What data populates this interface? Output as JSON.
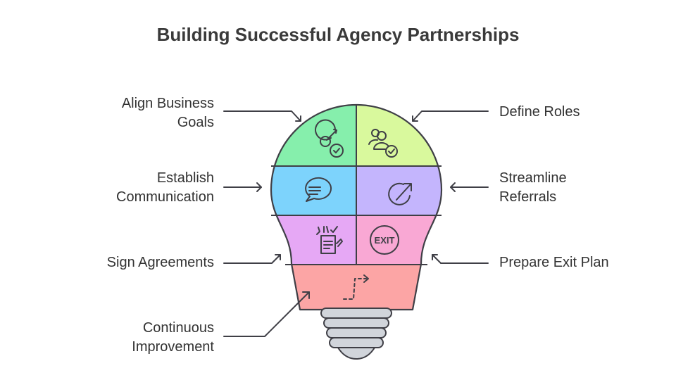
{
  "title": "Building Successful Agency Partnerships",
  "colors": {
    "align_goals": "#86efac",
    "define_roles": "#d9f99d",
    "establish_communication": "#7dd3fc",
    "streamline_referrals": "#c4b5fd",
    "sign_agreements": "#e6a8f5",
    "exit_plan": "#f9a8d4",
    "continuous_improvement": "#fca5a5",
    "base": "#d1d5db",
    "stroke": "#3f3f46"
  },
  "steps": {
    "align_goals": {
      "line1": "Align Business",
      "line2": "Goals",
      "icon": "target-check-icon"
    },
    "define_roles": {
      "line1": "Define Roles",
      "icon": "users-check-icon"
    },
    "establish_communication": {
      "line1": "Establish",
      "line2": "Communication",
      "icon": "chat-bubble-icon"
    },
    "streamline_referrals": {
      "line1": "Streamline",
      "line2": "Referrals",
      "icon": "arrow-out-circle-icon"
    },
    "sign_agreements": {
      "line1": "Sign Agreements",
      "icon": "document-sign-icon"
    },
    "exit_plan": {
      "line1": "Prepare Exit Plan",
      "icon": "exit-sign-icon",
      "icon_text": "EXIT"
    },
    "continuous_improvement": {
      "line1": "Continuous",
      "line2": "Improvement",
      "icon": "dashed-route-arrow-icon"
    }
  }
}
